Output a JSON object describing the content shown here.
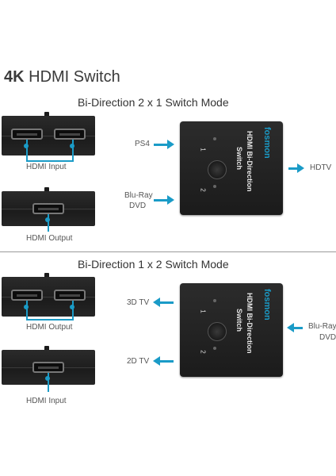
{
  "header": {
    "title_bold": "4K",
    "title_rest": " HDMI Switch"
  },
  "section1": {
    "title": "Bi-Direction 2 x 1 Switch Mode",
    "left_top_label": "HDMI Input",
    "left_bottom_label": "HDMI Output",
    "switch_brand": "fosmon",
    "switch_text_1": "HDMI Bi-Direction",
    "switch_text_2": "Switch",
    "port_1": "1",
    "port_2": "2",
    "in_label_1": "PS4",
    "in_label_2a": "Blu-Ray",
    "in_label_2b": "DVD",
    "out_label": "HDTV"
  },
  "section2": {
    "title": "Bi-Direction 1 x 2 Switch Mode",
    "left_top_label": "HDMI Output",
    "left_bottom_label": "HDMI Input",
    "switch_brand": "fosmon",
    "switch_text_1": "HDMI Bi-Direction",
    "switch_text_2": "Switch",
    "port_1": "1",
    "port_2": "2",
    "out_label_1": "3D TV",
    "out_label_2": "2D TV",
    "in_label_a": "Blu-Ray",
    "in_label_b": "DVD"
  },
  "colors": {
    "accent": "#1a9bc7",
    "device": "#222222"
  }
}
